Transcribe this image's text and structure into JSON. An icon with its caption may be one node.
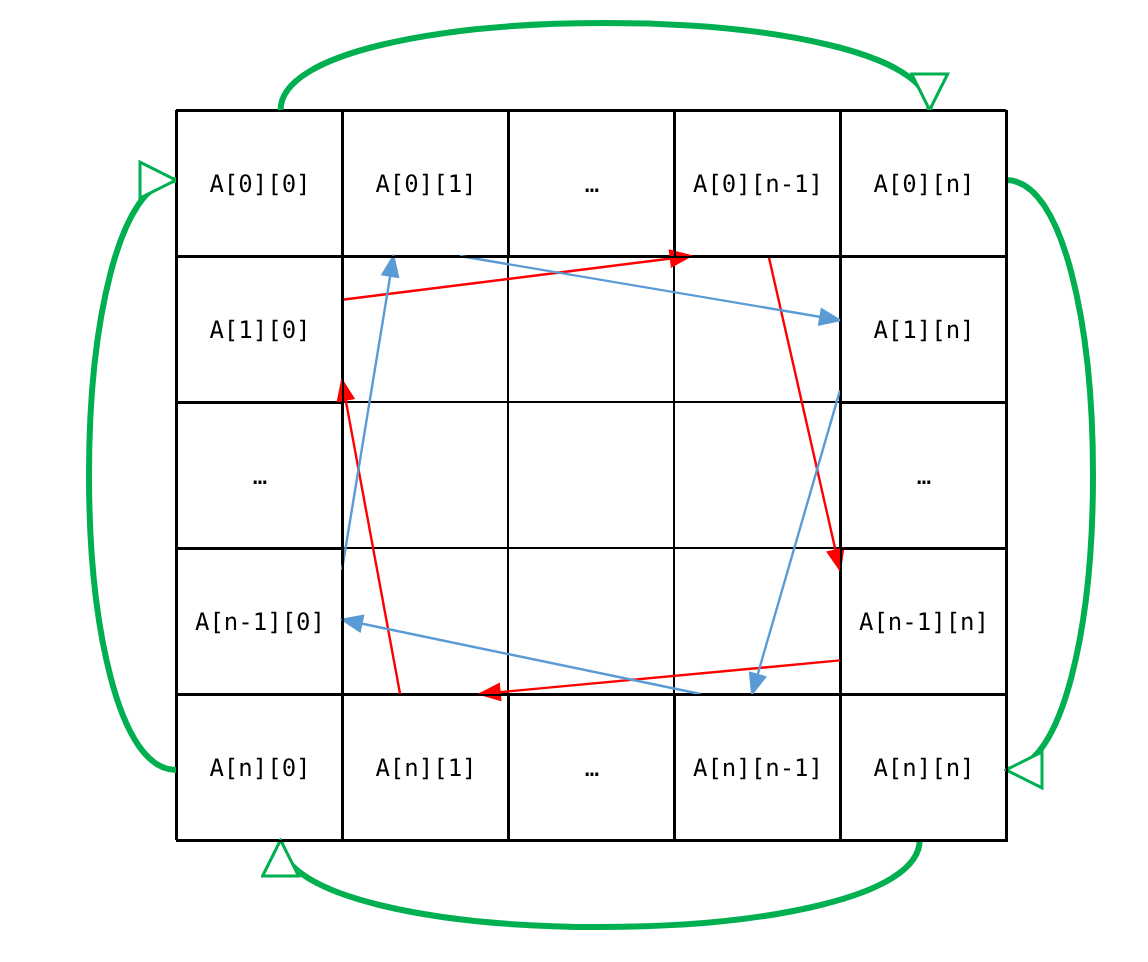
{
  "diagram": {
    "nodes": [
      {
        "text": [
          "A[0][0]"
        ]
      },
      {
        "text": [
          "A[0][1]"
        ]
      },
      {
        "text": [
          "…"
        ]
      },
      {
        "text": [
          "A[0][n-1]"
        ]
      },
      {
        "text": [
          "A[0][n]"
        ]
      },
      {
        "text": [
          "A[1][0]"
        ]
      },
      {
        "text": [
          "A[1][n]"
        ]
      },
      {
        "text": [
          "…"
        ]
      },
      {
        "text": [
          "…"
        ]
      },
      {
        "text": [
          "A[n-1][0]"
        ]
      },
      {
        "text": [
          "A[n-1][n]"
        ]
      },
      {
        "text": [
          "A[n][0]"
        ]
      },
      {
        "text": [
          "A[n][1]"
        ]
      },
      {
        "text": [
          "…"
        ]
      },
      {
        "text": [
          "A[n][n-1]"
        ]
      },
      {
        "text": [
          "A[n][n]"
        ]
      }
    ],
    "edges": [
      {
        "from": 5,
        "to": 3,
        "arrow": "to",
        "color": "#ff0000"
      },
      {
        "from": 3,
        "to": 10,
        "arrow": "to",
        "color": "#ff0000"
      },
      {
        "from": 10,
        "to": 12,
        "arrow": "to",
        "color": "#ff0000"
      },
      {
        "from": 12,
        "to": 5,
        "arrow": "to",
        "color": "#ff0000"
      },
      {
        "from": 1,
        "to": 6,
        "arrow": "to",
        "color": "#5b9bd5"
      },
      {
        "from": 6,
        "to": 14,
        "arrow": "to",
        "color": "#5b9bd5"
      },
      {
        "from": 14,
        "to": 9,
        "arrow": "to",
        "color": "#5b9bd5"
      },
      {
        "from": 9,
        "to": 1,
        "arrow": "to",
        "color": "#5b9bd5"
      },
      {
        "from": 0,
        "to": 4,
        "arrow": "to",
        "style": "thick",
        "color": "#00b050"
      },
      {
        "from": 4,
        "to": 15,
        "arrow": "to",
        "style": "thick",
        "color": "#00b050"
      },
      {
        "from": 15,
        "to": 11,
        "arrow": "to",
        "style": "thick",
        "color": "#00b050"
      },
      {
        "from": 11,
        "to": 0,
        "arrow": "to",
        "style": "thick",
        "color": "#00b050"
      }
    ]
  }
}
